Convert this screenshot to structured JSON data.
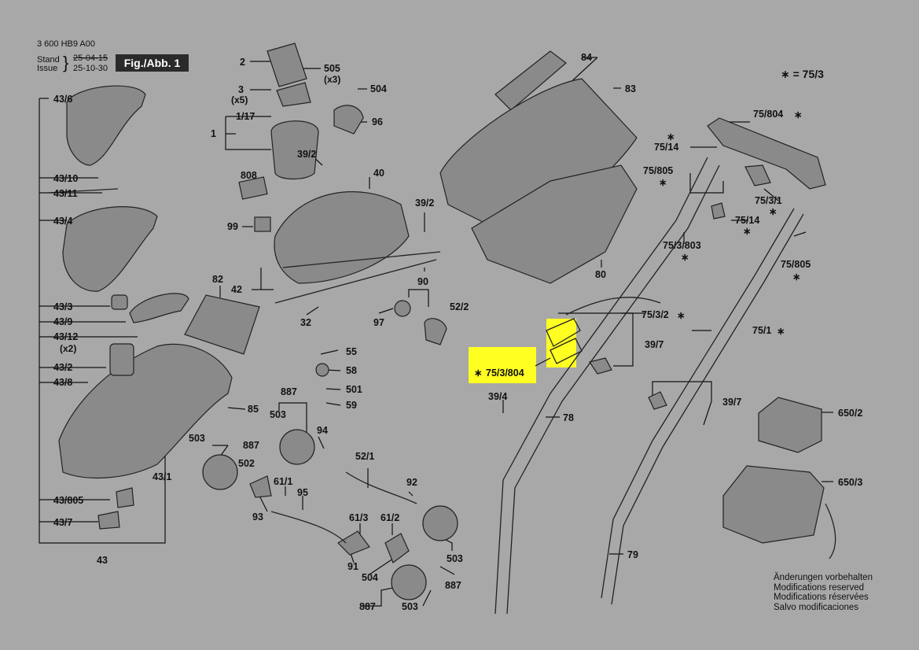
{
  "header": {
    "doc_number": "3 600 HB9 A00",
    "stand_label": "Stand",
    "stand_date": "25-04-15",
    "issue_label": "Issue",
    "issue_date": "25-10-30",
    "figure": "Fig./Abb. 1"
  },
  "legend": "∗ = 75/3",
  "highlight_color": "#ffff22",
  "labels": {
    "l43_6": "43/6",
    "l43_10": "43/10",
    "l43_11": "43/11",
    "l43_4": "43/4",
    "l43_3": "43/3",
    "l43_9": "43/9",
    "l43_12": "43/12",
    "x2": "(x2)",
    "l43_2": "43/2",
    "l43_8": "43/8",
    "l43_805": "43/805",
    "l43_7": "43/7",
    "l43": "43",
    "l43_1": "43/1",
    "l2": "2",
    "l3": "3",
    "x5": "(x5)",
    "l505": "505",
    "x3": "(x3)",
    "l504a": "504",
    "l96": "96",
    "l1_17": "1/17",
    "l1": "1",
    "l39_2a": "39/2",
    "l808": "808",
    "l40": "40",
    "l39_2b": "39/2",
    "l99": "99",
    "l90": "90",
    "l82": "82",
    "l42": "42",
    "l32": "32",
    "l97": "97",
    "l52_2": "52/2",
    "l55": "55",
    "l58": "58",
    "l501": "501",
    "l59": "59",
    "l85": "85",
    "l887a": "887",
    "l503a": "503",
    "l94": "94",
    "l503b": "503",
    "l887b": "887",
    "l502": "502",
    "l52_1": "52/1",
    "l61_1": "61/1",
    "l95": "95",
    "l92": "92",
    "l93": "93",
    "l61_3": "61/3",
    "l61_2": "61/2",
    "l91": "91",
    "l504b": "504",
    "l503c": "503",
    "l887c": "887",
    "l887d": "887",
    "l503d": "503",
    "l84": "84",
    "l83": "83",
    "l80": "80",
    "l75_804": "75/804",
    "l75_14a": "75/14",
    "l75_805a": "75/805",
    "l75_3_1": "75/3/1",
    "l75_14b": "75/14",
    "l75_3_803": "75/3/803",
    "l75_805b": "75/805",
    "l75_3_2": "75/3/2",
    "l39_7a": "39/7",
    "l75_1": "75/1",
    "l75_3_804": "75/3/804",
    "l39_4": "39/4",
    "l78": "78",
    "l39_7b": "39/7",
    "l650_2": "650/2",
    "l650_3": "650/3",
    "l79": "79"
  },
  "notes": [
    "Änderungen vorbehalten",
    "Modifications reserved",
    "Modifications réservées",
    "Salvo modificaciones"
  ]
}
